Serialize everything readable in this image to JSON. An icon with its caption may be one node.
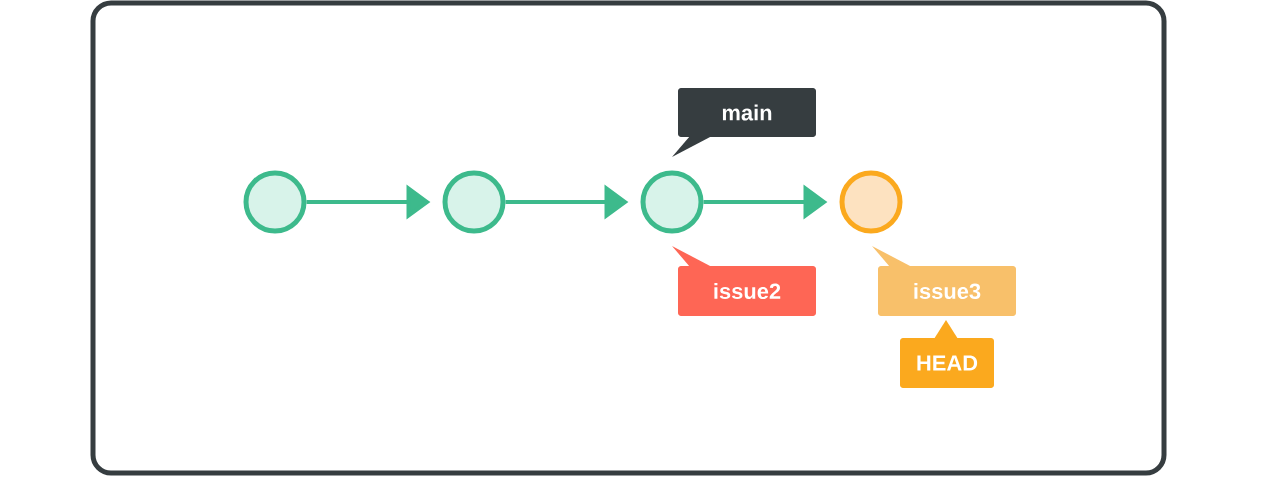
{
  "diagram": {
    "nodes": [
      {
        "text": [],
        "shape": "box"
      },
      {
        "text": [],
        "shape": "circle",
        "in": 0
      },
      {
        "text": [],
        "shape": "circle",
        "in": 0
      },
      {
        "text": [],
        "shape": "circle",
        "in": 0
      },
      {
        "text": [],
        "shape": "circle",
        "in": 0
      },
      {
        "text": [
          "main"
        ],
        "in": 0
      },
      {
        "text": [
          "issue2"
        ],
        "in": 0
      },
      {
        "text": [
          "issue3"
        ],
        "in": 0
      },
      {
        "text": [
          "HEAD"
        ],
        "in": 0
      }
    ],
    "edges": [
      {
        "from": 1,
        "to": 2,
        "arrow": "to"
      },
      {
        "from": 2,
        "to": 3,
        "arrow": "to"
      },
      {
        "from": 3,
        "to": 4,
        "arrow": "to"
      }
    ]
  }
}
